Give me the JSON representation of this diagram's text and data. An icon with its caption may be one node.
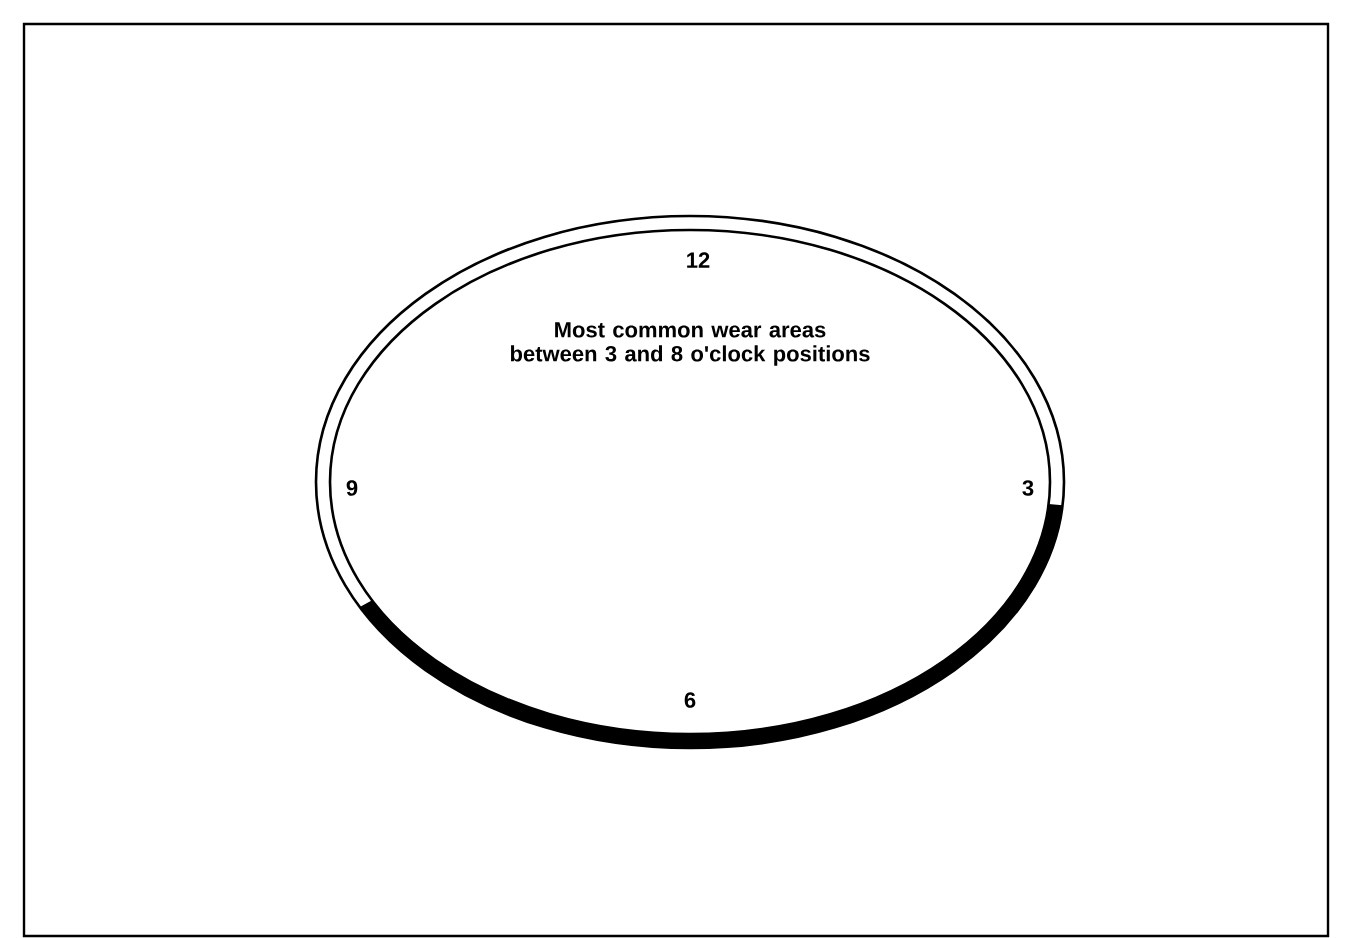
{
  "diagram": {
    "labels": [
      "12",
      "Most common wear areas between 3 and 8 o'clock positions",
      "9",
      "3",
      "6"
    ]
  }
}
